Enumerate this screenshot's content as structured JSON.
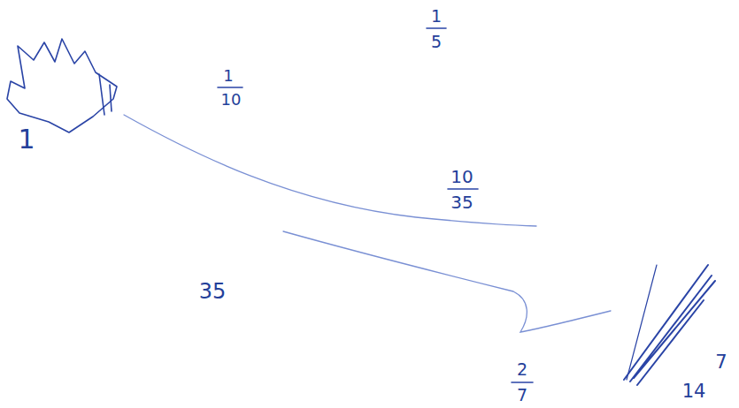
{
  "diagram": {
    "labels": [
      "1",
      "5",
      "1",
      "10",
      "1",
      "10",
      "35",
      "35",
      "2",
      "7",
      "7",
      "14"
    ]
  }
}
